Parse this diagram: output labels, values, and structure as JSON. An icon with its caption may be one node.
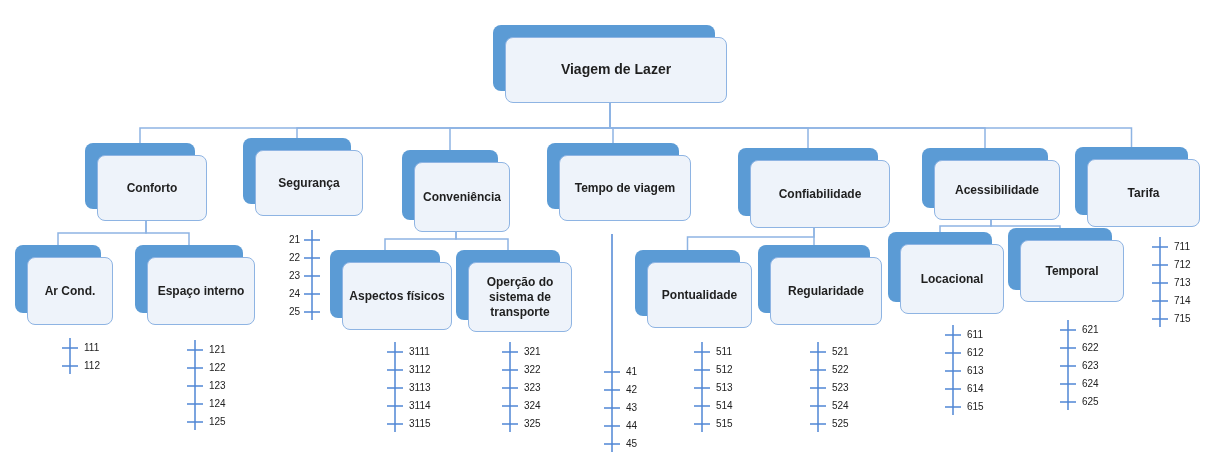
{
  "diagram": {
    "nodes": [
      {
        "text": [
          "Viagem de Lazer"
        ]
      },
      {
        "text": [
          "Conforto"
        ]
      },
      {
        "text": [
          "Segurança"
        ],
        "beside": [
          "21",
          "22",
          "23",
          "24",
          "25"
        ]
      },
      {
        "text": [
          "Conveniência"
        ]
      },
      {
        "text": [
          "Tempo de viagem"
        ],
        "beside": [
          "41",
          "42",
          "43",
          "44",
          "45"
        ]
      },
      {
        "text": [
          "Confiabilidade"
        ]
      },
      {
        "text": [
          "Acessibilidade"
        ]
      },
      {
        "text": [
          "Tarifa"
        ],
        "beside": [
          "711",
          "712",
          "713",
          "714",
          "715"
        ]
      },
      {
        "text": [
          "Ar Cond."
        ],
        "beside": [
          "111",
          "112"
        ]
      },
      {
        "text": [
          "Espaço interno"
        ],
        "beside": [
          "121",
          "122",
          "123",
          "124",
          "125"
        ]
      },
      {
        "text": [
          "Aspectos físicos"
        ],
        "beside": [
          "3111",
          "3112",
          "3113",
          "3114",
          "3115"
        ]
      },
      {
        "text": [
          "Operção do sistema de transporte"
        ],
        "beside": [
          "321",
          "322",
          "323",
          "324",
          "325"
        ]
      },
      {
        "text": [
          "Pontualidade"
        ],
        "beside": [
          "511",
          "512",
          "513",
          "514",
          "515"
        ]
      },
      {
        "text": [
          "Regularidade"
        ],
        "beside": [
          "521",
          "522",
          "523",
          "524",
          "525"
        ]
      },
      {
        "text": [
          "Locacional"
        ],
        "beside": [
          "611",
          "612",
          "613",
          "614",
          "615"
        ]
      },
      {
        "text": [
          "Temporal"
        ],
        "beside": [
          "621",
          "622",
          "623",
          "624",
          "625"
        ]
      }
    ],
    "edges": [
      {
        "from": 0,
        "to": 1,
        "arrow": "none"
      },
      {
        "from": 0,
        "to": 2,
        "arrow": "none"
      },
      {
        "from": 0,
        "to": 3,
        "arrow": "none"
      },
      {
        "from": 0,
        "to": 4,
        "arrow": "none"
      },
      {
        "from": 0,
        "to": 5,
        "arrow": "none"
      },
      {
        "from": 0,
        "to": 6,
        "arrow": "none"
      },
      {
        "from": 0,
        "to": 7,
        "arrow": "none"
      },
      {
        "from": 1,
        "to": 8,
        "arrow": "none"
      },
      {
        "from": 1,
        "to": 9,
        "arrow": "none"
      },
      {
        "from": 3,
        "to": 10,
        "arrow": "none"
      },
      {
        "from": 3,
        "to": 11,
        "arrow": "none"
      },
      {
        "from": 5,
        "to": 12,
        "arrow": "none"
      },
      {
        "from": 5,
        "to": 13,
        "arrow": "none"
      },
      {
        "from": 6,
        "to": 14,
        "arrow": "none"
      },
      {
        "from": 6,
        "to": 15,
        "arrow": "none"
      }
    ]
  }
}
